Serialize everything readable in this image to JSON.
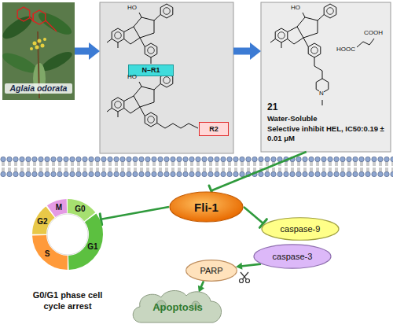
{
  "diagram": {
    "nodes": [
      {
        "text": [
          "Aglaia odorata"
        ]
      },
      {
        "text": [
          "N–R1",
          "R2"
        ]
      },
      {
        "text": [
          "21",
          "Water-Soluble",
          "Selective inhibit HEL, IC50:0.19 ± 0.01 μM"
        ]
      },
      {
        "text": [
          "Fli-1"
        ]
      },
      {
        "text": [
          "caspase-9"
        ]
      },
      {
        "text": [
          "caspase-3"
        ]
      },
      {
        "text": [
          "PARP"
        ]
      },
      {
        "text": [
          "Apoptosis"
        ]
      },
      {
        "text": [
          "G0",
          "G1",
          "S",
          "G2",
          "M",
          "G0/G1 phase cell cycle arrest"
        ]
      }
    ],
    "edges": [
      {
        "from": 0,
        "to": 1,
        "arrow": "to"
      },
      {
        "from": 1,
        "to": 2,
        "arrow": "to"
      },
      {
        "from": 2,
        "to": 3,
        "arrow": "to"
      },
      {
        "from": 3,
        "to": 8,
        "arrow": "to"
      },
      {
        "from": 3,
        "to": 4,
        "arrow": "to"
      },
      {
        "from": 5,
        "to": 6,
        "arrow": "to"
      },
      {
        "from": 6,
        "to": 7,
        "arrow": "to"
      }
    ],
    "labels": [
      "HO",
      "HO",
      "HO",
      "N",
      "HOOC",
      "COOH"
    ]
  }
}
